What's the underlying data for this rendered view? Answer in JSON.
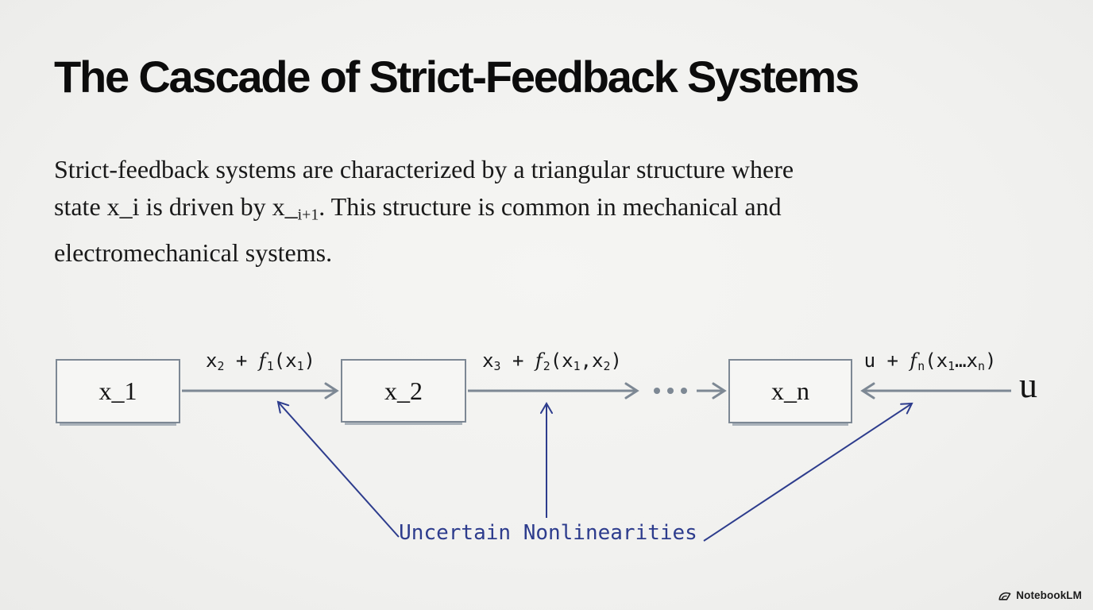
{
  "title": "The Cascade of Strict-Feedback Systems",
  "paragraph": {
    "lines": [
      {
        "parts": [
          {
            "t": "Strict-feedback systems are characterized by a triangular structure where"
          }
        ]
      },
      {
        "parts": [
          {
            "t": "state x_i is driven by x_"
          },
          {
            "t": "i+1",
            "sub": true
          },
          {
            "t": ". This structure is common in mechanical and"
          }
        ]
      },
      {
        "parts": [
          {
            "t": "electromechanical systems."
          }
        ]
      }
    ]
  },
  "diagram": {
    "boxes": [
      {
        "label": "x_1"
      },
      {
        "label": "x_2"
      },
      {
        "label": "x_n"
      }
    ],
    "edge_labels": [
      {
        "parts": [
          {
            "t": "x"
          },
          {
            "t": "2",
            "sub": true
          },
          {
            "t": " + "
          },
          {
            "t": "f",
            "it": true
          },
          {
            "t": "1",
            "sub": true
          },
          {
            "t": "(x"
          },
          {
            "t": "1",
            "sub": true
          },
          {
            "t": ")"
          }
        ]
      },
      {
        "parts": [
          {
            "t": "x"
          },
          {
            "t": "3",
            "sub": true
          },
          {
            "t": " + "
          },
          {
            "t": "f",
            "it": true
          },
          {
            "t": "2",
            "sub": true
          },
          {
            "t": "(x"
          },
          {
            "t": "1",
            "sub": true
          },
          {
            "t": ","
          },
          {
            "t": "x"
          },
          {
            "t": "2",
            "sub": true
          },
          {
            "t": ")"
          }
        ]
      },
      {
        "parts": [
          {
            "t": "u + "
          },
          {
            "t": "f",
            "it": true
          },
          {
            "t": "n",
            "sub": true
          },
          {
            "t": "(x"
          },
          {
            "t": "1",
            "sub": true
          },
          {
            "t": "…"
          },
          {
            "t": "x"
          },
          {
            "t": "n",
            "sub": true
          },
          {
            "t": ")"
          }
        ]
      }
    ],
    "input_label": "u",
    "annotation": "Uncertain Nonlinearities",
    "colors": {
      "line_gray": "#7d8894",
      "annotation_blue": "#2d3c8d",
      "box_fill": "#f6f6f4",
      "background": "#f1f1ef",
      "text_black": "#141414"
    }
  },
  "footer": {
    "brand": "NotebookLM"
  }
}
